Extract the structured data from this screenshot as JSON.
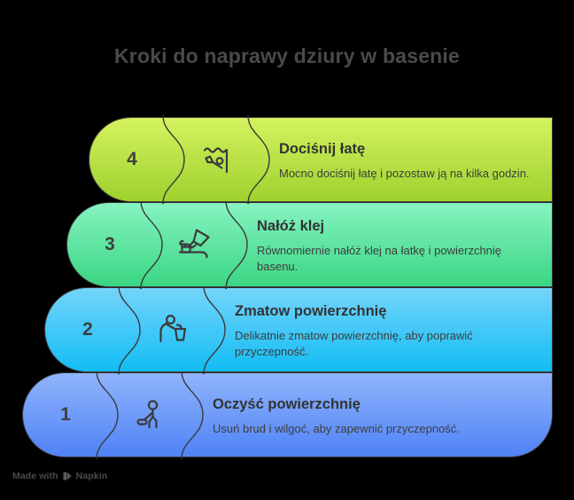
{
  "title": "Kroki do naprawy dziury w basenie",
  "background_color": "#000000",
  "title_color": "#4a4a4a",
  "steps": [
    {
      "number": "4",
      "title": "Dociśnij łatę",
      "description": "Mocno dociśnij łatę i pozostaw ją na kilka godzin.",
      "icon": "swimmer-in-pool-icon",
      "color_from": "#d4f35f",
      "color_to": "#9ed12e"
    },
    {
      "number": "3",
      "title": "Nałóż klej",
      "description": "Równomiernie nałóż klej na łatkę i powierzchnię basenu.",
      "icon": "glue-tube-on-brush-icon",
      "color_from": "#86f3c0",
      "color_to": "#3ad683"
    },
    {
      "number": "2",
      "title": "Zmatow powierzchnię",
      "description": "Delikatnie zmatow powierzchnię, aby poprawić przyczepność.",
      "icon": "person-with-bucket-icon",
      "color_from": "#74d4fb",
      "color_to": "#12bdf4"
    },
    {
      "number": "1",
      "title": "Oczyść powierzchnię",
      "description": "Usuń brud i wilgoć, aby zapewnić przyczepność.",
      "icon": "person-mopping-icon",
      "color_from": "#8fb4fb",
      "color_to": "#4f82f7"
    }
  ],
  "footer": {
    "made_with": "Made with",
    "brand": "Napkin",
    "logo_icon": "napkin-logo-icon"
  }
}
